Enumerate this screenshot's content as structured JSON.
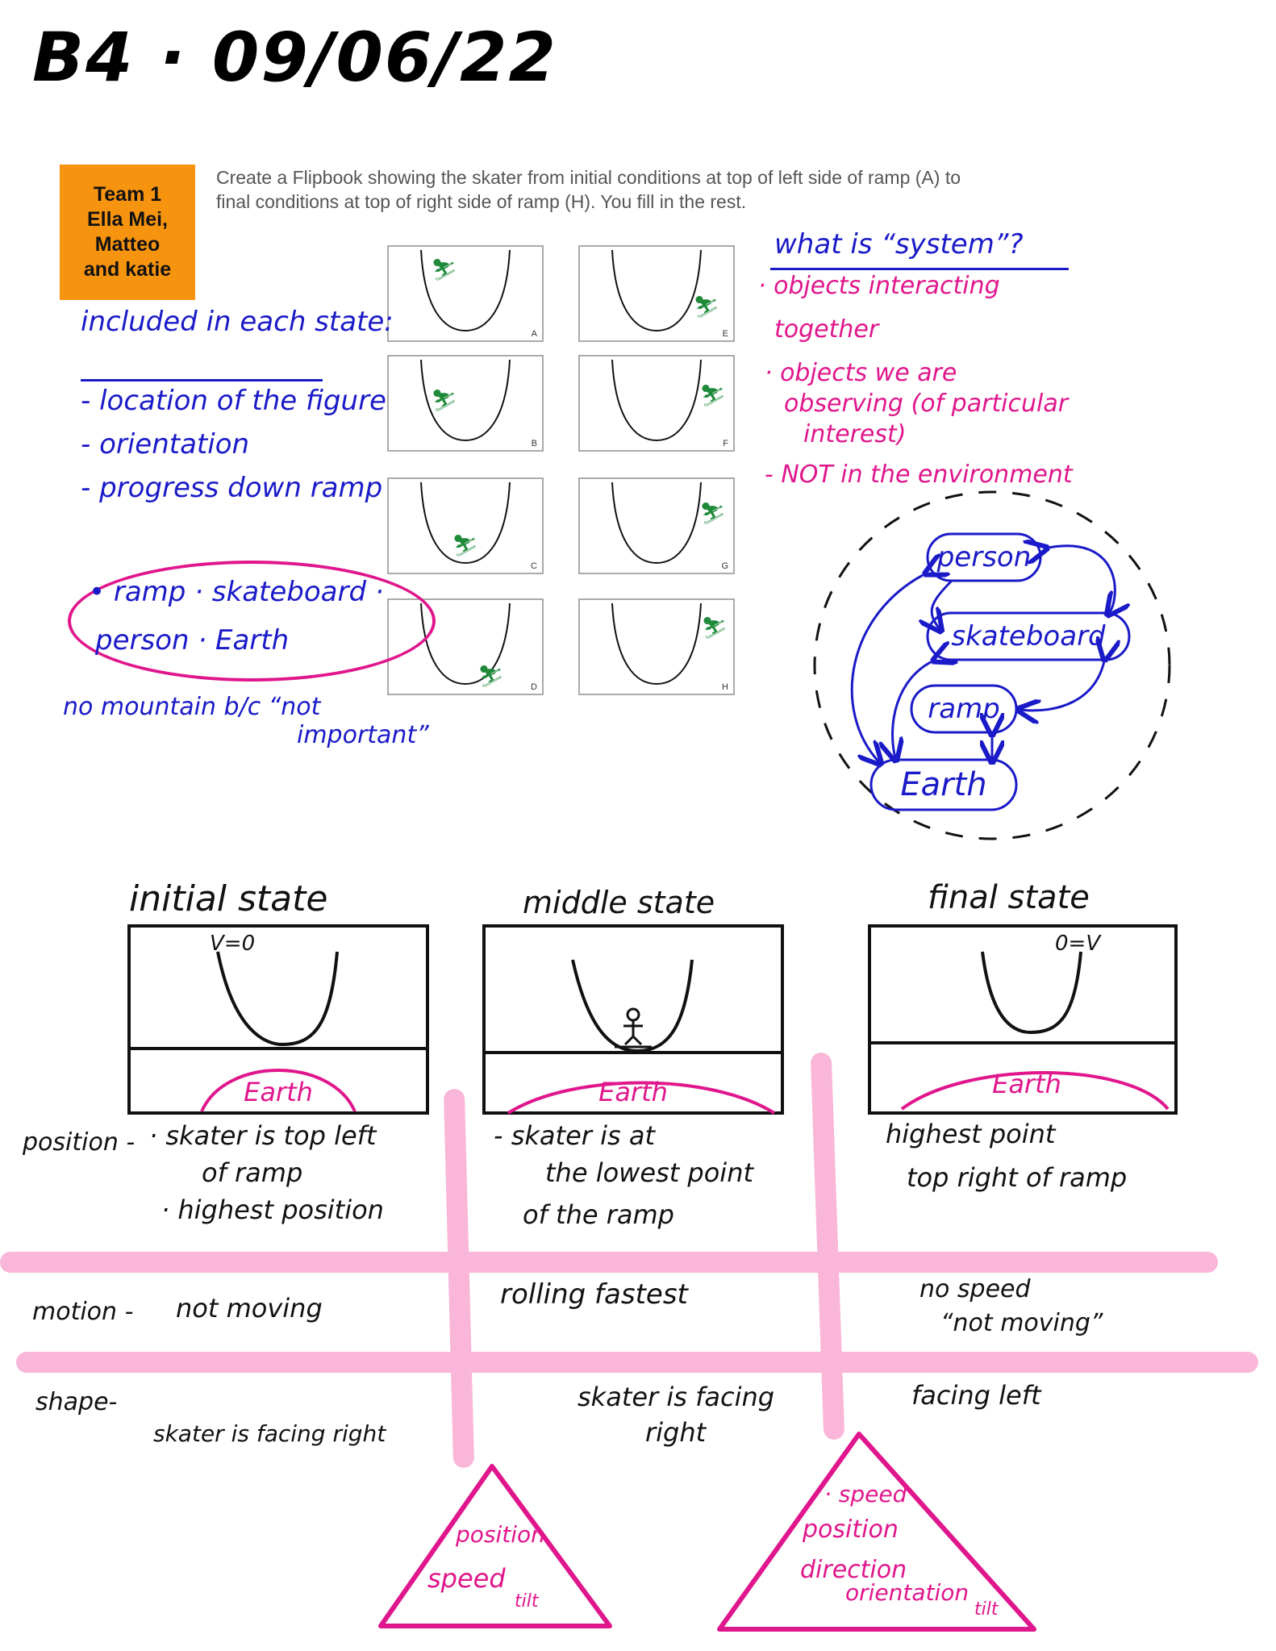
{
  "header": {
    "title": "B4 · 09/06/22"
  },
  "team": {
    "label": "Team 1",
    "members": [
      "Ella Mei,",
      "Matteo",
      "and katie"
    ]
  },
  "instructions": "Create a Flipbook showing the skater from initial conditions at top of left side of ramp (A) to final conditions at top of right side of ramp (H).  You fill in the rest.",
  "flipbook": {
    "frames": [
      "A",
      "B",
      "C",
      "D",
      "E",
      "F",
      "G",
      "H"
    ]
  },
  "included": {
    "heading": "included in each state:",
    "items": [
      "- location of the figure",
      "- orientation",
      "- progress down ramp"
    ],
    "objects_line1": "• ramp · skateboard ·",
    "objects_line2": "person · Earth",
    "note_line1": "no mountain b/c “not",
    "note_line2": "important”"
  },
  "system_notes": {
    "heading": "what is “system”?",
    "lines": [
      "· objects interacting",
      "together",
      "· objects we are",
      "observing (of particular",
      "interest)",
      "- NOT in the environment"
    ]
  },
  "system_diagram": {
    "nodes": [
      "person",
      "skateboard",
      "ramp",
      "Earth"
    ]
  },
  "states": {
    "initial": {
      "title": "initial state",
      "mark": "V=0",
      "earth": "Earth"
    },
    "middle": {
      "title": "middle state",
      "earth": "Earth"
    },
    "final": {
      "title": "final state",
      "mark": "0=V",
      "earth": "Earth"
    }
  },
  "rows": {
    "position": {
      "label": "position -",
      "initial": [
        "· skater is top left",
        "of ramp",
        "· highest position"
      ],
      "middle": [
        "- skater is at",
        "the lowest point",
        "of the ramp"
      ],
      "final": [
        "highest point",
        "top right of ramp"
      ]
    },
    "motion": {
      "label": "motion -",
      "initial": "not moving",
      "middle": "rolling fastest",
      "final": [
        "no speed",
        "“not moving”"
      ]
    },
    "shape": {
      "label": "shape-",
      "initial": "skater is facing right",
      "middle": [
        "skater is facing",
        "right"
      ],
      "final": "facing left"
    }
  },
  "triangles": {
    "left": [
      "position",
      "speed",
      "tilt"
    ],
    "right": [
      "· speed",
      "position",
      "direction",
      "orientation",
      "tilt"
    ]
  },
  "colors": {
    "blue_ink": "#1a1ac8",
    "pink_ink": "#e0168c",
    "highlight": "#f9b6d8",
    "orange": "#f7940f",
    "figure_green": "#1f8a3a"
  }
}
